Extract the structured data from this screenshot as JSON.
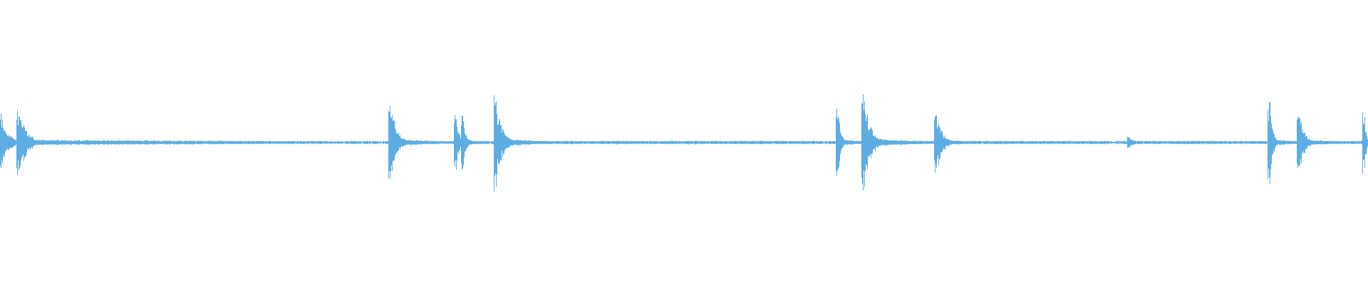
{
  "waveform": {
    "color": "#5dade2",
    "background": "#ffffff",
    "description_free": true,
    "peaks": [
      {
        "t": 0.0,
        "amp": 0.34,
        "decay": 0.014
      },
      {
        "t": 0.013,
        "amp": 0.38,
        "decay": 0.016
      },
      {
        "t": 0.285,
        "amp": 0.45,
        "decay": 0.012
      },
      {
        "t": 0.333,
        "amp": 0.35,
        "decay": 0.006
      },
      {
        "t": 0.338,
        "amp": 0.34,
        "decay": 0.006
      },
      {
        "t": 0.362,
        "amp": 0.47,
        "decay": 0.014
      },
      {
        "t": 0.612,
        "amp": 0.45,
        "decay": 0.006
      },
      {
        "t": 0.631,
        "amp": 0.5,
        "decay": 0.014
      },
      {
        "t": 0.684,
        "amp": 0.35,
        "decay": 0.012
      },
      {
        "t": 0.825,
        "amp": 0.07,
        "decay": 0.01
      },
      {
        "t": 0.928,
        "amp": 0.44,
        "decay": 0.006
      },
      {
        "t": 0.949,
        "amp": 0.4,
        "decay": 0.01
      },
      {
        "t": 0.997,
        "amp": 0.36,
        "decay": 0.004
      }
    ],
    "noise_floor": 0.012,
    "tail_level": 0.03
  }
}
